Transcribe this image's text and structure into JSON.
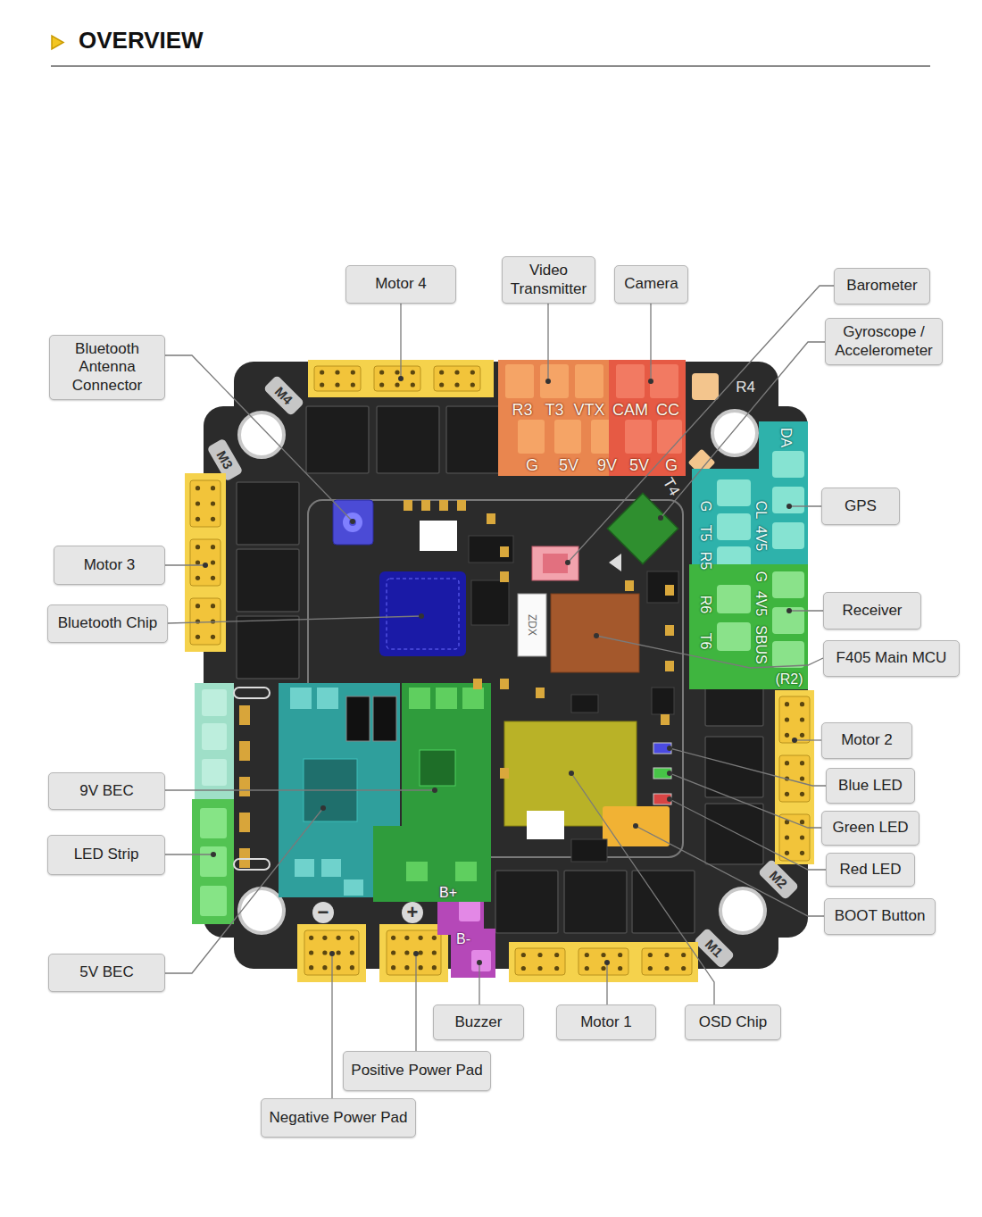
{
  "diagram": {
    "title": "OVERVIEW",
    "nodes": [
      {
        "text": [
          "Motor 4"
        ]
      },
      {
        "text": [
          "Video Transmitter"
        ]
      },
      {
        "text": [
          "Camera"
        ]
      },
      {
        "text": [
          "Barometer"
        ]
      },
      {
        "text": [
          "Gyroscope / Accelerometer"
        ]
      },
      {
        "text": [
          "Bluetooth Antenna Connector"
        ]
      },
      {
        "text": [
          "GPS"
        ]
      },
      {
        "text": [
          "Motor 3"
        ]
      },
      {
        "text": [
          "Receiver"
        ]
      },
      {
        "text": [
          "Bluetooth Chip"
        ]
      },
      {
        "text": [
          "F405 Main MCU"
        ]
      },
      {
        "text": [
          "Motor 2"
        ]
      },
      {
        "text": [
          "9V BEC"
        ]
      },
      {
        "text": [
          "Blue LED"
        ]
      },
      {
        "text": [
          "Green LED"
        ]
      },
      {
        "text": [
          "LED Strip"
        ]
      },
      {
        "text": [
          "Red LED"
        ]
      },
      {
        "text": [
          "BOOT Button"
        ]
      },
      {
        "text": [
          "5V BEC"
        ]
      },
      {
        "text": [
          "Buzzer"
        ]
      },
      {
        "text": [
          "Motor 1"
        ]
      },
      {
        "text": [
          "OSD Chip"
        ]
      },
      {
        "text": [
          "Positive Power Pad"
        ]
      },
      {
        "text": [
          "Negative Power Pad"
        ]
      }
    ],
    "labels": [
      "M4",
      "R3",
      "T3",
      "VTX",
      "CAM",
      "CC",
      "R4",
      "DA",
      "M3",
      "G",
      "5V",
      "9V",
      "5V",
      "G",
      "T4",
      "G",
      "CL",
      "T5",
      "4V5",
      "R5",
      "G",
      "4V5",
      "ZDX",
      "R6",
      "SBUS",
      "T6",
      "(R2)",
      "M2",
      "B+",
      "B-",
      "−",
      "+",
      "M1"
    ]
  }
}
